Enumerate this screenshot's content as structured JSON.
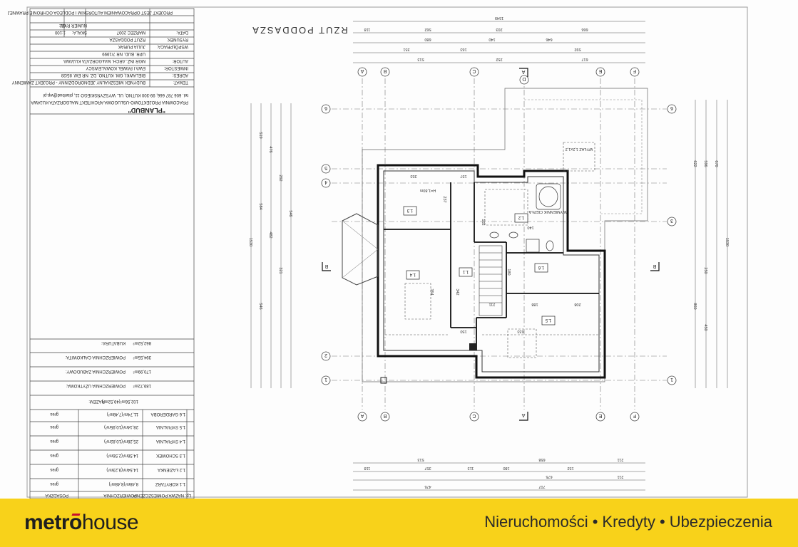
{
  "footer": {
    "logo_part1": "metr",
    "logo_o": "o",
    "logo_part2": "house",
    "tag1": "Nieruchomości",
    "tag2": "Kredyty",
    "tag3": "Ubezpieczenia",
    "sep": "•"
  },
  "plan": {
    "title": "RZUT PODDASZA",
    "project_header": "PROJEKT JEST OPRACOWANIEM AUTORSKIM I PODLEGA OCHRONIE PRAWNEJ",
    "firm_name": "\"PLANBUD\"",
    "firm_line1": "PRACOWNIA PROJEKTOWO-USŁUGOWA   ARCHITEKT MAŁGORZATA KUJAWA",
    "firm_line2": "tel. 606 787 666, 99-300 KUTNO, UL. WYSZYŃSKIEGO 11, planbud@wp.pl",
    "temat_label": "TEMAT:",
    "temat_value": "BUDYNEK MIESZKALNY JEDNORODZINNY - PROJEKT ZAMIENNY",
    "adres_label": "ADRES:",
    "adres_value": "BIELAWKI, GM. KUTNO, DZ. NR EW. 85/28",
    "inwestor_label": "INWESTOR:",
    "inwestor_value": "EWA I PAWEŁ KOWALEWSCY",
    "autor_label": "AUTOR:",
    "autor_value": "MGR INŻ. ARCH. MAŁGORZATA KUJAWA",
    "upr_value": "UPR. BUD. NR 7/1999",
    "wspolpraca_label": "WSPÓŁPRACA:",
    "wspolpraca_value": "JULIA PURAK",
    "rysunek_label": "RYSUNEK:",
    "rysunek_value": "RZUT PODDASZA",
    "data_label": "DATA:",
    "data_value": "MARZEC 2007",
    "skala_label": "SKALA:",
    "skala_value": "1:100",
    "nr_label": "NUMER RYS.:",
    "nr_value": "6/2",
    "kubatura_label": "KUBATURA:",
    "kubatura_value": "862,52m³",
    "pow_calk_label": "POWIERZCHNIA CAŁKOWITA:",
    "pow_calk_value": "394,55m²",
    "pow_zab_label": "POWIERZCHNIA ZABUDOWY:",
    "pow_zab_value": "170,99m²",
    "pow_uz_label": "POWIERZCHNIA UŻYTKOWA:",
    "pow_uz_value": "189,72m²",
    "razem_label": "RAZEM:",
    "razem_value": "102,56m²(49,52m²)",
    "table_headers": [
      "Lp.",
      "NAZWA POMIESZCZENIA",
      "POWIERZCHNIA",
      "POSADZKA"
    ],
    "rooms": [
      {
        "name": "1.1 KORYTARZ",
        "area": "8,48m²(8,48m²)",
        "floor": "gres"
      },
      {
        "name": "1.2 ŁAZIENKA",
        "area": "14,54m²(9,23m²)",
        "floor": "gres"
      },
      {
        "name": "1.3 SCHOWEK",
        "area": "14,58m²(2,56m²)",
        "floor": "gres"
      },
      {
        "name": "1.4 SYPIALNIA",
        "area": "25,28m²(10,82m²)",
        "floor": "gres"
      },
      {
        "name": "1.5 SYPIALNIA",
        "area": "28,14m²(10,95m²)",
        "floor": "gres"
      },
      {
        "name": "1.6 GARDEROBA",
        "area": "11,74m²(7,48m²)",
        "floor": "gres"
      }
    ],
    "room_tags": [
      "1.1",
      "1.2",
      "1.3",
      "1.4",
      "1.5",
      "1.6"
    ],
    "axes_vertical": [
      "A",
      "B",
      "C",
      "D",
      "E",
      "F"
    ],
    "axes_horizontal": [
      "1",
      "2",
      "3",
      "4",
      "5",
      "6"
    ],
    "section_marks": [
      "A",
      "A",
      "B",
      "B"
    ],
    "top_dims": [
      "1549",
      "118",
      "562",
      "203",
      "666",
      "680",
      "140",
      "646",
      "351",
      "163",
      "592",
      "513",
      "252",
      "617"
    ],
    "bottom_dims": [
      "513",
      "658",
      "211",
      "118",
      "357",
      "113",
      "180",
      "152",
      "211",
      "675",
      "476",
      "707"
    ],
    "left_dims": [
      "1530",
      "519",
      "584",
      "546",
      "476",
      "482",
      "292",
      "321",
      "546"
    ],
    "right_dims": [
      "1530",
      "622",
      "596",
      "670",
      "250",
      "450",
      "860"
    ],
    "inner_dims": [
      "353",
      "157",
      "237",
      "188",
      "208",
      "354",
      "342",
      "150",
      "633",
      "211",
      "180",
      "140",
      "102"
    ],
    "notes": [
      "WYŁAZ 1,2x1,2",
      "WYMIENNIK CIEPŁA",
      "H=1,80m"
    ]
  }
}
